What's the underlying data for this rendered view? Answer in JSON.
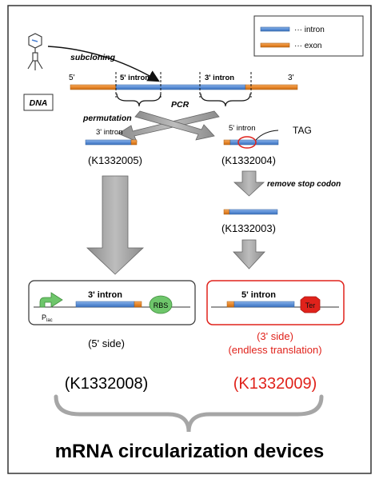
{
  "legend": {
    "items": [
      {
        "label": "··· intron",
        "color": "#5b8fd6"
      },
      {
        "label": "··· exon",
        "color": "#e8872a"
      }
    ]
  },
  "top": {
    "subcloning_label": "subcloning",
    "dna_label": "DNA",
    "five_prime_end": "5'",
    "three_prime_end": "3'",
    "five_intron_label": "5' intron",
    "three_intron_label": "3' intron",
    "pcr_label": "PCR",
    "permutation_label": "permutation"
  },
  "left_branch": {
    "intron_label": "3' intron",
    "part_id": "(K1332005)"
  },
  "right_branch": {
    "intron_label": "5' intron",
    "tag_label": "TAG",
    "part_id_top": "(K1332004)",
    "remove_stop_label": "remove stop codon",
    "part_id_mid": "(K1332003)"
  },
  "left_device": {
    "intron_label": "3' intron",
    "promoter_label": "P",
    "promoter_sub": "lac",
    "rbs_label": "RBS",
    "side_label": "(5' side)",
    "part_id": "(K1332008)"
  },
  "right_device": {
    "intron_label": "5' intron",
    "ter_label": "Ter",
    "side_label_1": "(3' side)",
    "side_label_2": "(endless translation)",
    "part_id": "(K1332009)"
  },
  "footer": {
    "title": "mRNA circularization devices"
  },
  "colors": {
    "intron": "#5b8fd6",
    "exon": "#e8872a",
    "red": "#e0221b",
    "green": "#6ec66b",
    "arrow_gray": "#9a9a9a",
    "border": "#333333"
  }
}
